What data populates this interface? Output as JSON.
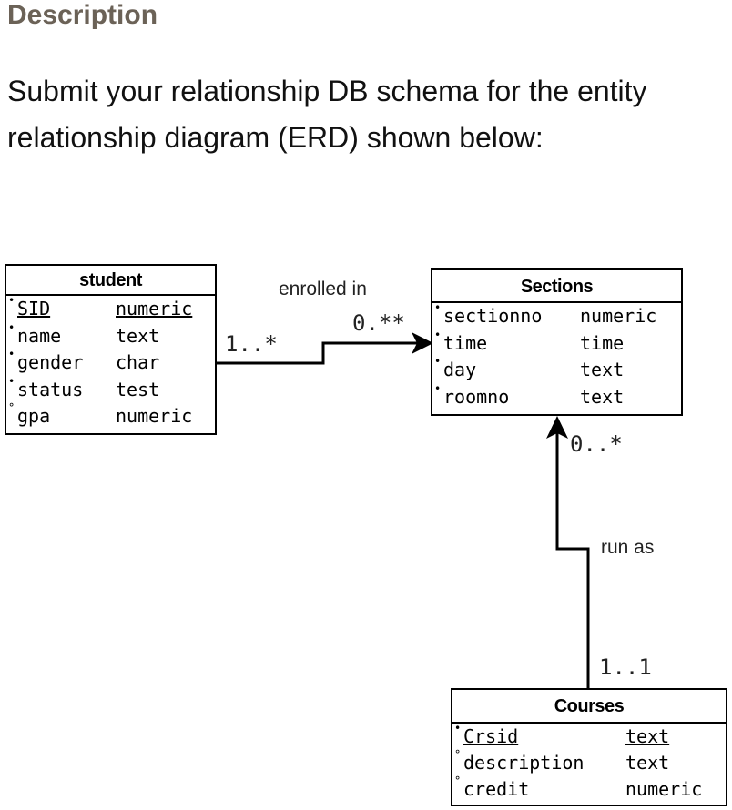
{
  "header": {
    "title": "Description"
  },
  "prompt": {
    "line1": "Submit your relationship DB schema for the entity",
    "line2": "relationship diagram (ERD) shown below:"
  },
  "diagram": {
    "entities": {
      "student": {
        "title": "student",
        "attributes": [
          {
            "marker": "•",
            "name": "SID",
            "type": "numeric",
            "key": true
          },
          {
            "marker": "•",
            "name": "name",
            "type": "text",
            "key": false
          },
          {
            "marker": "•",
            "name": "gender",
            "type": "char",
            "key": false
          },
          {
            "marker": "•",
            "name": "status",
            "type": "test",
            "key": false
          },
          {
            "marker": "°",
            "name": "gpa",
            "type": "numeric",
            "key": false
          }
        ]
      },
      "sections": {
        "title": "Sections",
        "attributes": [
          {
            "marker": "•",
            "name": "sectionno",
            "type": "numeric",
            "key": false
          },
          {
            "marker": "•",
            "name": "time",
            "type": "time",
            "key": false
          },
          {
            "marker": "•",
            "name": "day",
            "type": "text",
            "key": false
          },
          {
            "marker": "•",
            "name": "roomno",
            "type": "text",
            "key": false
          }
        ]
      },
      "courses": {
        "title": "Courses",
        "attributes": [
          {
            "marker": "•",
            "name": "Crsid",
            "type": "text",
            "key": true
          },
          {
            "marker": "°",
            "name": "description",
            "type": "text",
            "key": false
          },
          {
            "marker": "°",
            "name": "credit",
            "type": "numeric",
            "key": false
          }
        ]
      }
    },
    "relationships": {
      "enrolled_in": {
        "label": "enrolled in",
        "from_multiplicity": "1..*",
        "to_multiplicity": "0.**"
      },
      "run_as": {
        "label": "run as",
        "from_multiplicity": "1..1",
        "to_multiplicity": "0..*"
      }
    }
  }
}
